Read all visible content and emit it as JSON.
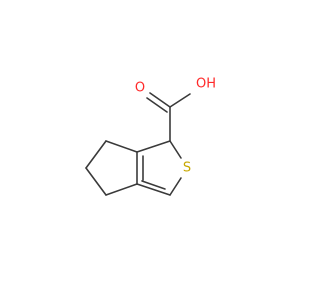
{
  "molecule": {
    "atoms": {
      "oxygen_carbonyl": {
        "label": "O",
        "color": "#ff2a2a"
      },
      "oxygen_hydroxyl": {
        "label": "OH",
        "color": "#ff2a2a"
      },
      "sulfur": {
        "label": "S",
        "color": "#c8a800"
      }
    },
    "bond_color": "#3a3a3a"
  }
}
